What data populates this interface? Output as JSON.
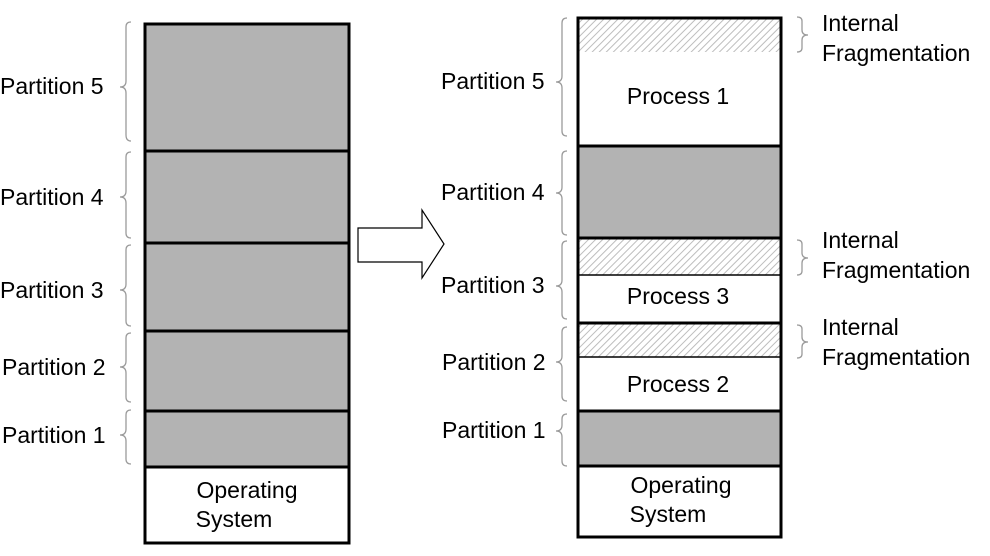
{
  "colors": {
    "partition_fill": "#b3b3b3",
    "empty_fill": "#ffffff",
    "border": "#000000",
    "brace": "#9a9a9a",
    "hatch_line": "#bdbdbd"
  },
  "left_memory": {
    "partitions": [
      {
        "label": "Partition 5"
      },
      {
        "label": "Partition 4"
      },
      {
        "label": "Partition 3"
      },
      {
        "label": "Partition 2"
      },
      {
        "label": "Partition 1"
      }
    ],
    "os": {
      "line1": "Operating",
      "line2": "System"
    }
  },
  "right_memory": {
    "partitions": [
      {
        "label": "Partition 5",
        "process": "Process 1"
      },
      {
        "label": "Partition 4",
        "process": ""
      },
      {
        "label": "Partition 3",
        "process": "Process 3"
      },
      {
        "label": "Partition 2",
        "process": "Process 2"
      },
      {
        "label": "Partition 1",
        "process": ""
      }
    ],
    "os": {
      "line1": "Operating",
      "line2": "System"
    }
  },
  "annotations": [
    {
      "line1": "Internal",
      "line2": "Fragmentation"
    },
    {
      "line1": "Internal",
      "line2": "Fragmentation"
    },
    {
      "line1": "Internal",
      "line2": "Fragmentation"
    }
  ]
}
